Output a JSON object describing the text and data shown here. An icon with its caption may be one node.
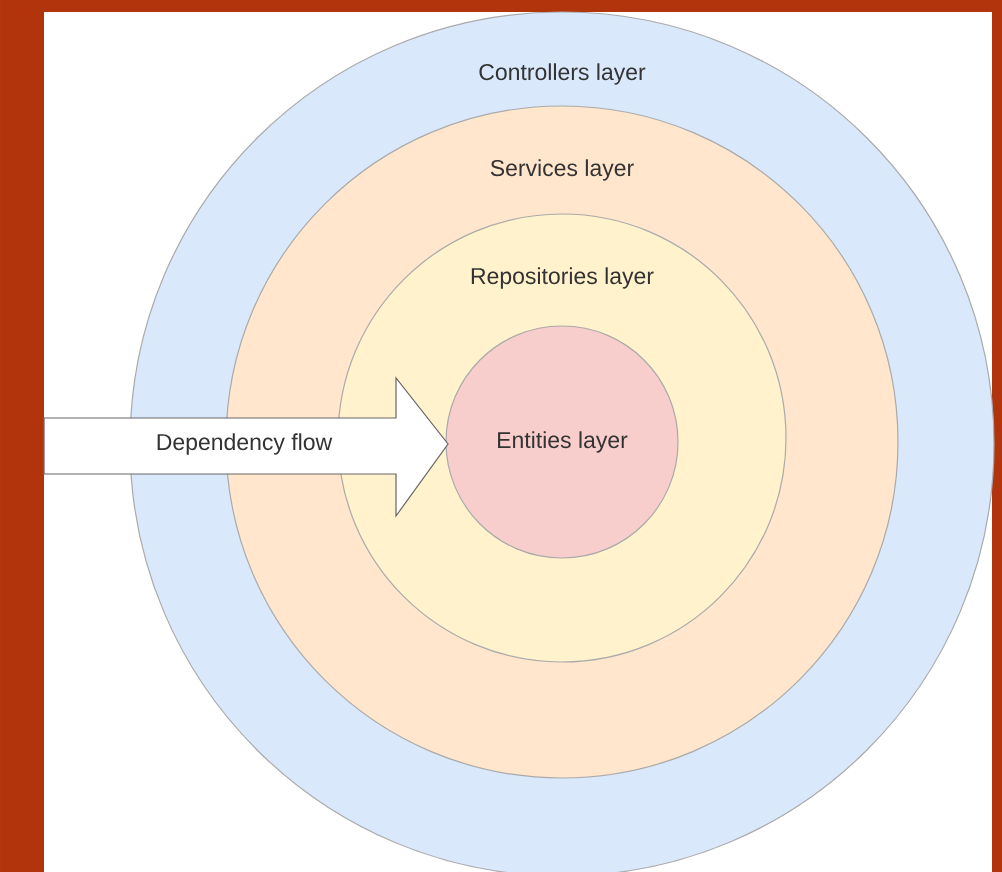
{
  "diagram": {
    "nodes": [
      {
        "text": [
          "Controllers layer"
        ]
      },
      {
        "text": [
          "Services layer"
        ],
        "in": 0
      },
      {
        "text": [
          "Repositories layer"
        ],
        "in": 1
      },
      {
        "text": [
          "Entities layer"
        ],
        "in": 2
      },
      {
        "text": [
          "Dependency flow"
        ]
      }
    ]
  }
}
